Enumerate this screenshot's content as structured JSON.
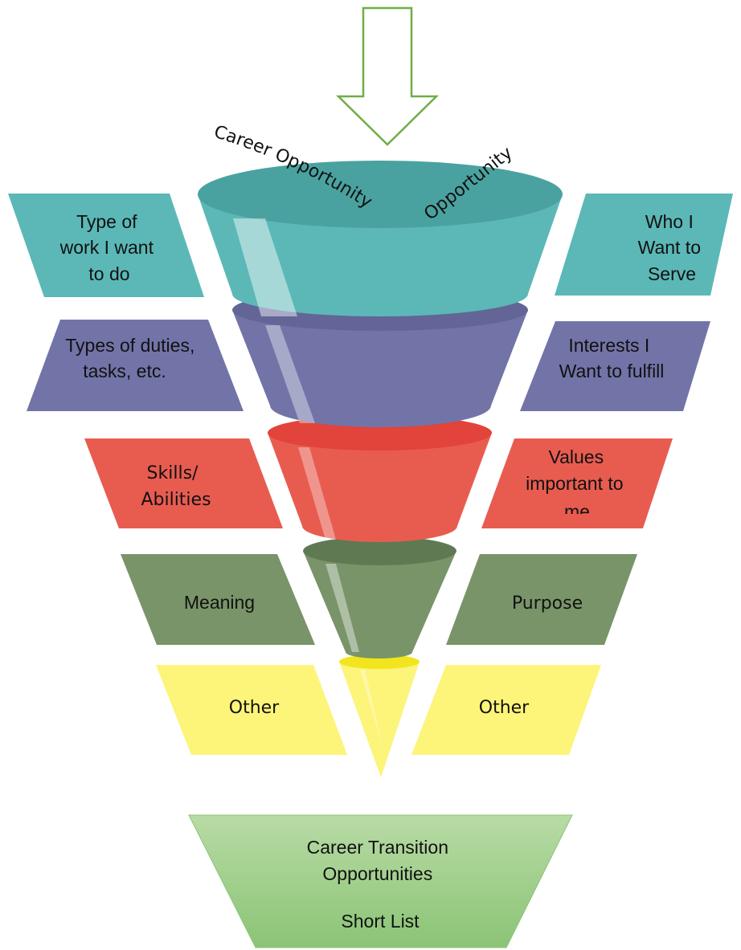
{
  "colors": {
    "teal": "#5bb8b7",
    "teal_top": "#4aa2a0",
    "purple": "#7274a8",
    "purple_top": "#636597",
    "red": "#e85c50",
    "red_top": "#e2433a",
    "green": "#799469",
    "green_top": "#5f7a53",
    "yellow": "#fdf47a",
    "yellow_top": "#f2e51e",
    "result_top": "#b8dba5",
    "result_bottom": "#8bc476",
    "arrow": "#70ad47"
  },
  "funnel_arc_text": {
    "left": "Career Opportunity",
    "right": "Opportunity"
  },
  "left_labels": {
    "row1": [
      "Type of",
      "work I want",
      "to do"
    ],
    "row2": [
      "Types of duties,",
      "tasks, etc."
    ],
    "row3": [
      "Skills/",
      "Abilities"
    ],
    "row4": [
      "Meaning"
    ],
    "row5": [
      "Other"
    ]
  },
  "right_labels": {
    "row1": [
      "Who I",
      "Want to",
      "Serve"
    ],
    "row2": [
      "Interests I",
      "Want to fulfill"
    ],
    "row3": [
      "Values",
      "important to",
      "me"
    ],
    "row4": [
      "Purpose"
    ],
    "row5": [
      "Other"
    ]
  },
  "result": {
    "lines": [
      "Career Transition",
      "Opportunities",
      "",
      "Short List"
    ]
  }
}
